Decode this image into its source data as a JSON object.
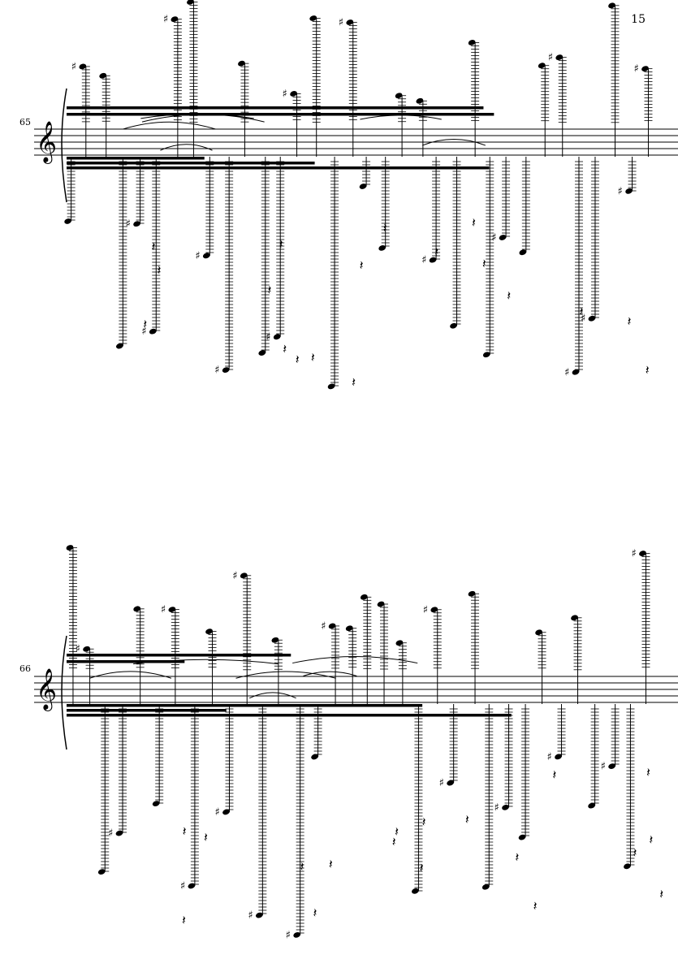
{
  "page": {
    "number": "15"
  },
  "systems": [
    {
      "measure_number": "65",
      "clef": "treble"
    },
    {
      "measure_number": "66",
      "clef": "treble"
    }
  ],
  "colors": {
    "ink": "#000000",
    "paper": "#ffffff"
  }
}
